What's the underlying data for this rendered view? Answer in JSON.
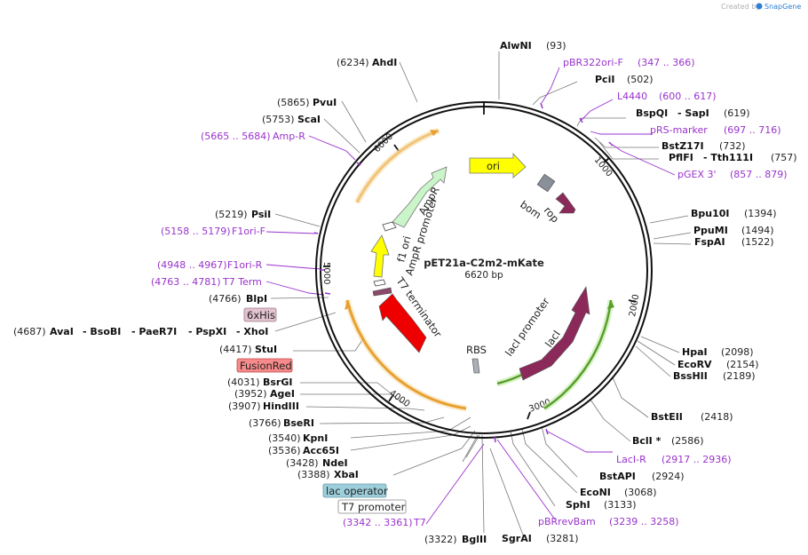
{
  "credit": {
    "prefix": "Created by",
    "brand": "SnapGene"
  },
  "plasmid": {
    "name": "pET21a-C2m2-mKate",
    "length": "6620 bp"
  },
  "ticks": [
    "1000",
    "2000",
    "3000",
    "4000",
    "5000",
    "6000"
  ],
  "features": {
    "ori": "ori",
    "bom": "bom",
    "rop": "rop",
    "ampr": "AmpR",
    "ampr_promoter": "AmpR promoter",
    "f1_ori": "f1 ori",
    "t7_terminator": "T7 terminator",
    "laci": "lacI",
    "laci_promoter": "lacI promoter",
    "rbs": "RBS"
  },
  "boxes": {
    "his": "6xHis",
    "fusionred": "FusionRed",
    "lac_operator": "lac operator",
    "t7_promoter": "T7 promoter"
  },
  "labels": {
    "alwni_name": "AlwNI",
    "alwni_pos": "(93)",
    "pbr322_name": "pBR322ori-F",
    "pbr322_range": "(347 .. 366)",
    "pcii_name": "PciI",
    "pcii_pos": "(502)",
    "l4440_name": "L4440",
    "l4440_range": "(600 .. 617)",
    "bspqi_name": "BspQI",
    "sapi_name": "- SapI",
    "bspqi_pos": "(619)",
    "prs_name": "pRS-marker",
    "prs_range": "(697 .. 716)",
    "bstz_name": "BstZ17I",
    "bstz_pos": "(732)",
    "pflfi_name": "PflFI",
    "tth_name": "- Tth111I",
    "pflfi_pos": "(757)",
    "pgex_name": "pGEX 3'",
    "pgex_range": "(857 .. 879)",
    "bpu_name": "Bpu10I",
    "bpu_pos": "(1394)",
    "ppumi_name": "PpuMI",
    "ppumi_pos": "(1494)",
    "fspai_name": "FspAI",
    "fspai_pos": "(1522)",
    "hpai_name": "HpaI",
    "hpai_pos": "(2098)",
    "ecorv_name": "EcoRV",
    "ecorv_pos": "(2154)",
    "bsshii_name": "BssHII",
    "bsshii_pos": "(2189)",
    "bsteii_name": "BstEII",
    "bsteii_pos": "(2418)",
    "bcli_name": "BclI *",
    "bcli_pos": "(2586)",
    "lacir_name": "LacI-R",
    "lacir_range": "(2917 .. 2936)",
    "bstapi_name": "BstAPI",
    "bstapi_pos": "(2924)",
    "econi_name": "EcoNI",
    "econi_pos": "(3068)",
    "sphi_name": "SphI",
    "sphi_pos": "(3133)",
    "pbrrev_name": "pBRrevBam",
    "pbrrev_range": "(3239 .. 3258)",
    "sgrai_name": "SgrAI",
    "sgrai_pos": "(3281)",
    "bglii_pos": "(3322)",
    "bglii_name": "BglII",
    "t7_range": "(3342 .. 3361)",
    "t7_name": "T7",
    "xbai_pos": "(3388)",
    "xbai_name": "XbaI",
    "ndei_pos": "(3428)",
    "ndei_name": "NdeI",
    "acc_pos": "(3536)",
    "acc_name": "Acc65I",
    "kpni_pos": "(3540)",
    "kpni_name": "KpnI",
    "bseri_pos": "(3766)",
    "bseri_name": "BseRI",
    "hindiii_pos": "(3907)",
    "hindiii_name": "HindIII",
    "agei_pos": "(3952)",
    "agei_name": "AgeI",
    "bsrgi_pos": "(4031)",
    "bsrgi_name": "BsrGI",
    "stui_pos": "(4417)",
    "stui_name": "StuI",
    "avai_pos": "(4687)",
    "avai_name": "AvaI",
    "bsobi_name": "- BsoBI",
    "paer_name": "- PaeR7I",
    "pspxi_name": "- PspXI",
    "xhoi_name": "- XhoI",
    "blpi_pos": "(4766)",
    "blpi_name": "BlpI",
    "t7term_range": "(4763 .. 4781)",
    "t7term_name": "T7 Term",
    "f1r_range": "(4948 .. 4967)",
    "f1r_name": "F1ori-R",
    "f1f_range": "(5158 .. 5179)",
    "f1f_name": "F1ori-F",
    "psii_pos": "(5219)",
    "psii_name": "PsiI",
    "ampr_range": "(5665 .. 5684)",
    "ampr_name": "Amp-R",
    "scai_pos": "(5753)",
    "scai_name": "ScaI",
    "pvui_pos": "(5865)",
    "pvui_name": "PvuI",
    "ahdi_pos": "(6234)",
    "ahdi_name": "AhdI"
  },
  "colors": {
    "backbone": "#111111",
    "ori": "#ffff00",
    "amp": "#c9f5c9",
    "rop": "#8b2a5a",
    "laci": "#8b2a5a",
    "t7term": "#ee0000",
    "f1": "#ffff00",
    "orange_arc": "#e8a030",
    "green_arc": "#8cd44f",
    "primer": "#9933cc",
    "his_box": "#e2c2cf",
    "fusion_box": "#f78a8a",
    "lacop_box": "#9ccfdb"
  }
}
